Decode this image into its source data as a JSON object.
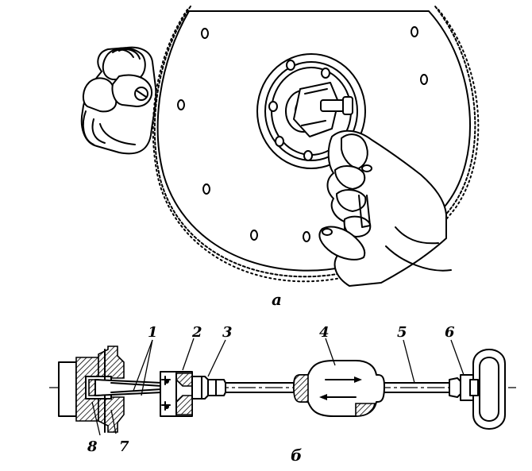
{
  "labels": {
    "fig_a": "а",
    "fig_b": "б",
    "n1": "1",
    "n2": "2",
    "n3": "3",
    "n4": "4",
    "n5": "5",
    "n6": "6",
    "n7": "7",
    "n8": "8"
  },
  "colors": {
    "ink": "#000000",
    "paper": "#ffffff"
  }
}
